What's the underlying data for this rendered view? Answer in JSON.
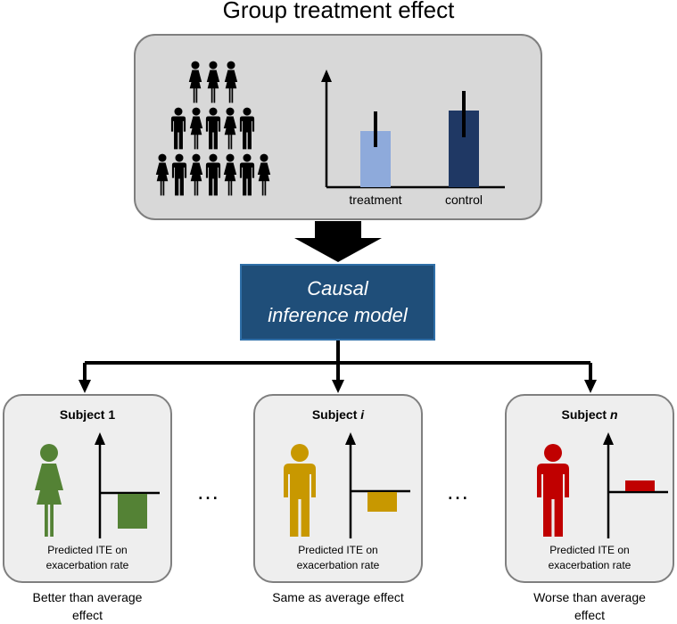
{
  "title": "Group treatment effect",
  "group_chart": {
    "categories": [
      "treatment",
      "control"
    ],
    "colors": {
      "treatment": "#8eaadb",
      "control": "#1f3864"
    }
  },
  "model": {
    "line1": "Causal",
    "line2": "inference model"
  },
  "subjects": [
    {
      "title": "Subject 1",
      "title_prefix": "Subject",
      "title_suffix": "1",
      "ite_line1": "Predicted ITE on",
      "ite_line2": "exacerbation rate",
      "outcome_line1": "Better than average",
      "outcome_line2": "effect",
      "color": "#548235",
      "icon": "female-person-icon"
    },
    {
      "title": "Subject i",
      "title_prefix": "Subject",
      "title_suffix": "i",
      "ite_line1": "Predicted ITE on",
      "ite_line2": "exacerbation rate",
      "outcome_line1": "Same as average effect",
      "outcome_line2": "",
      "color": "#c89800",
      "icon": "male-person-icon"
    },
    {
      "title": "Subject n",
      "title_prefix": "Subject",
      "title_suffix": "n",
      "ite_line1": "Predicted ITE on",
      "ite_line2": "exacerbation rate",
      "outcome_line1": "Worse than average",
      "outcome_line2": "effect",
      "color": "#c00000",
      "icon": "male-person-icon"
    }
  ],
  "ellipsis": "…"
}
